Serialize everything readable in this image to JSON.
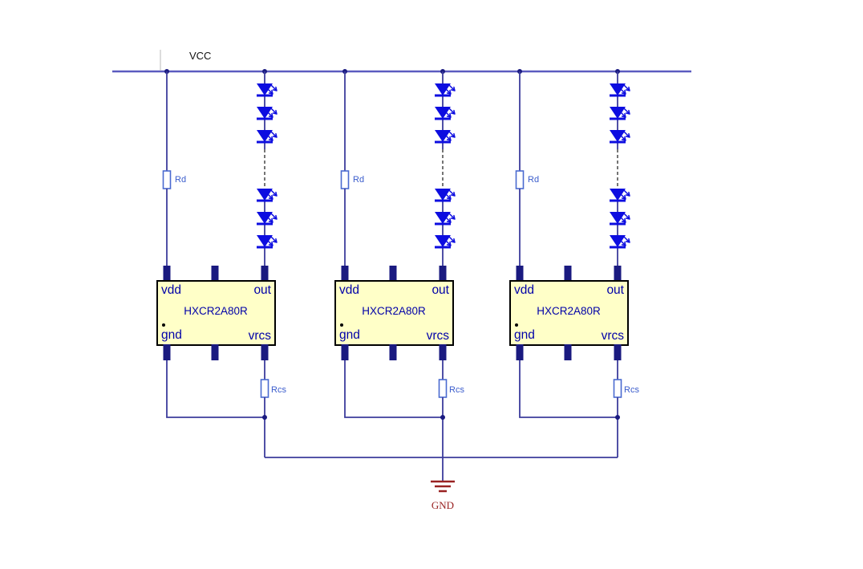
{
  "schematic": {
    "vcc_label": "VCC",
    "gnd_label": "GND",
    "channels": [
      {
        "ic_name": "HXCR2A80R",
        "pins": {
          "vdd": "vdd",
          "out": "out",
          "gnd": "gnd",
          "vrcs": "vrcs"
        },
        "rd_label": "Rd",
        "rcs_label": "Rcs"
      },
      {
        "ic_name": "HXCR2A80R",
        "pins": {
          "vdd": "vdd",
          "out": "out",
          "gnd": "gnd",
          "vrcs": "vrcs"
        },
        "rd_label": "Rd",
        "rcs_label": "Rcs"
      },
      {
        "ic_name": "HXCR2A80R",
        "pins": {
          "vdd": "vdd",
          "out": "out",
          "gnd": "gnd",
          "vrcs": "vrcs"
        },
        "rd_label": "Rd",
        "rcs_label": "Rcs"
      }
    ],
    "colors": {
      "rail": "#5b5bc0",
      "wire": "#3c3c9c",
      "pin": "#1a1a80",
      "led": "#0d0de0",
      "ic_fill": "#ffffc8",
      "ic_border": "#000000",
      "pin_label": "#0000a8",
      "resistor_border": "#4a6ad0",
      "value_label": "#3a5ccc",
      "ground": "#992222",
      "text": "#111111"
    }
  }
}
